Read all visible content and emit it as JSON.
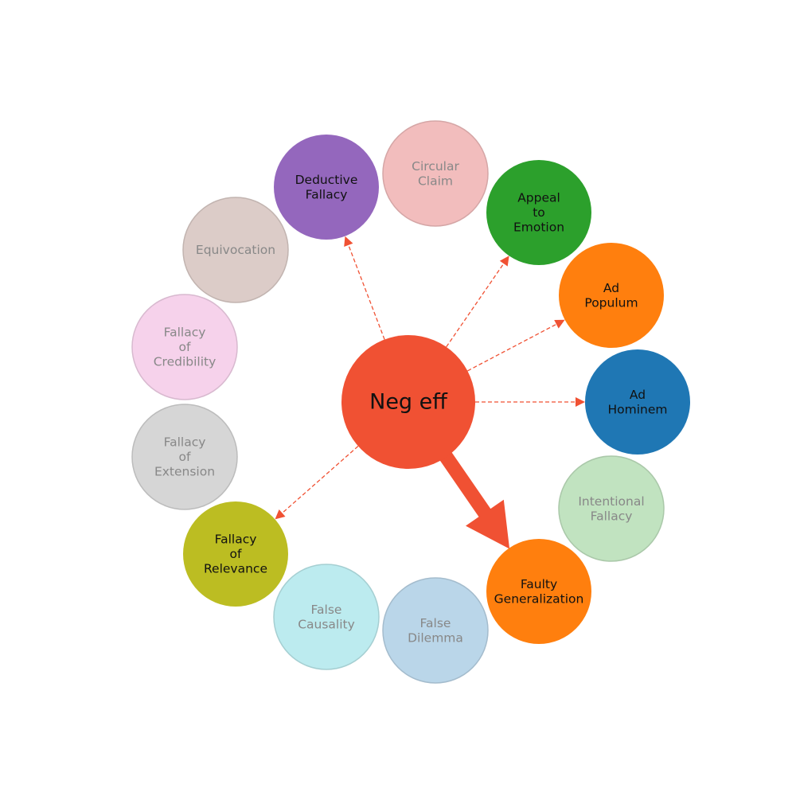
{
  "diagram": {
    "center": {
      "id": "neg-eff",
      "label": "Neg eff",
      "color": "#f05133"
    },
    "nodes": [
      {
        "id": "deductive-fallacy",
        "lines": [
          "Deductive",
          "Fallacy"
        ],
        "color": "#9467bd",
        "active": true
      },
      {
        "id": "circular-claim",
        "lines": [
          "Circular",
          "Claim"
        ],
        "color": "#f2bdbd",
        "active": false
      },
      {
        "id": "appeal-to-emotion",
        "lines": [
          "Appeal",
          "to",
          "Emotion"
        ],
        "color": "#2ca02c",
        "active": true
      },
      {
        "id": "ad-populum",
        "lines": [
          "Ad",
          "Populum"
        ],
        "color": "#ff7f0e",
        "active": true
      },
      {
        "id": "ad-hominem",
        "lines": [
          "Ad",
          "Hominem"
        ],
        "color": "#1f77b4",
        "active": true
      },
      {
        "id": "intentional-fallacy",
        "lines": [
          "Intentional",
          "Fallacy"
        ],
        "color": "#c1e3c0",
        "active": false
      },
      {
        "id": "faulty-generalization",
        "lines": [
          "Faulty",
          "Generalization"
        ],
        "color": "#ff7f0e",
        "active": true
      },
      {
        "id": "false-dilemma",
        "lines": [
          "False",
          "Dilemma"
        ],
        "color": "#bad6e9",
        "active": false
      },
      {
        "id": "false-causality",
        "lines": [
          "False",
          "Causality"
        ],
        "color": "#bcebef",
        "active": false
      },
      {
        "id": "fallacy-of-relevance",
        "lines": [
          "Fallacy",
          "of",
          "Relevance"
        ],
        "color": "#bcbd22",
        "active": true
      },
      {
        "id": "fallacy-of-extension",
        "lines": [
          "Fallacy",
          "of",
          "Extension"
        ],
        "color": "#d6d6d6",
        "active": false
      },
      {
        "id": "fallacy-of-credibility",
        "lines": [
          "Fallacy",
          "of",
          "Credibility"
        ],
        "color": "#f6d2eb",
        "active": false
      },
      {
        "id": "equivocation",
        "lines": [
          "Equivocation"
        ],
        "color": "#dcccc8",
        "active": false
      }
    ],
    "edges": [
      {
        "from": "neg-eff",
        "to": "deductive-fallacy",
        "style": "dashed"
      },
      {
        "from": "neg-eff",
        "to": "appeal-to-emotion",
        "style": "dashed"
      },
      {
        "from": "neg-eff",
        "to": "ad-populum",
        "style": "dashed"
      },
      {
        "from": "neg-eff",
        "to": "ad-hominem",
        "style": "dashed"
      },
      {
        "from": "neg-eff",
        "to": "fallacy-of-relevance",
        "style": "dashed"
      },
      {
        "from": "neg-eff",
        "to": "faulty-generalization",
        "style": "bold"
      }
    ],
    "colors": {
      "edge": "#f05133",
      "active_text": "#111111",
      "inactive_text": "#888888"
    }
  }
}
